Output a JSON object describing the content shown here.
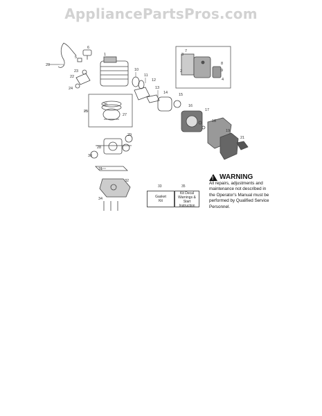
{
  "watermark": "AppliancePartsPros.com",
  "warning": {
    "title": "WARNING",
    "line1": "All repairs, adjustments and",
    "line2": "maintenance not described in",
    "line3": "the Operator's Manual must be",
    "line4": "performed by Qualified Service",
    "line5": "Personnel."
  },
  "kits": [
    {
      "number": "33",
      "line1": "Gasket",
      "line2": "Kit"
    },
    {
      "number": "35",
      "line1": "Kit Decal",
      "line2": "Warnings &",
      "line3": "Start Instruction"
    }
  ],
  "callouts": [
    "1",
    "2",
    "3",
    "4",
    "5",
    "6",
    "7",
    "8",
    "9",
    "10",
    "11",
    "12",
    "13",
    "14",
    "15",
    "16",
    "17",
    "18",
    "19",
    "20",
    "21",
    "22",
    "23",
    "24",
    "25",
    "26",
    "27",
    "28",
    "29",
    "30",
    "31",
    "32",
    "34"
  ]
}
